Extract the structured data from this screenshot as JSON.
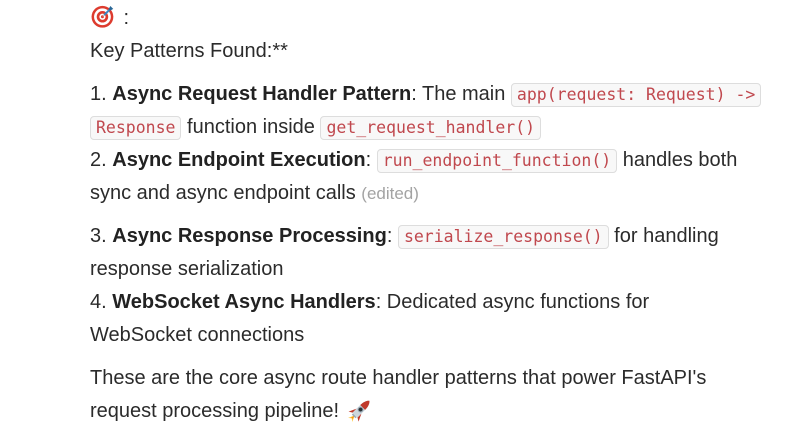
{
  "colors": {
    "body_text": "#2b2b2b",
    "code_text": "#c0484e",
    "code_background": "#f8f8f8",
    "code_border": "#dddddd",
    "edited_text": "#a3a3a3",
    "target_red": "#dd3b2e",
    "dart_blue": "#3b88c3",
    "rocket_body": "#ccd6dd",
    "rocket_red": "#c0392b",
    "flame_yellow": "#ffcc4d"
  },
  "icons": {
    "dartboard-emoji": "🎯",
    "rocket-emoji": "🚀"
  },
  "message": {
    "blocks": [
      {
        "name": "emoji-header-paragraph",
        "runs": [
          {
            "t": "emoji",
            "icon": "dartboard-emoji",
            "char": "🎯"
          },
          {
            "t": "text",
            "v": " :"
          },
          {
            "t": "br"
          },
          {
            "t": "text",
            "v": "Key Patterns Found:**"
          }
        ]
      },
      {
        "name": "list-items-1-2-paragraph",
        "runs": [
          {
            "t": "text",
            "v": "1. "
          },
          {
            "t": "bold",
            "v": "Async Request Handler Pattern"
          },
          {
            "t": "text",
            "v": ": The main "
          },
          {
            "t": "code",
            "v": "app(request: Request) ->"
          },
          {
            "t": "br"
          },
          {
            "t": "code",
            "v": "Response"
          },
          {
            "t": "text",
            "v": " function inside "
          },
          {
            "t": "code",
            "v": "get_request_handler()"
          },
          {
            "t": "br"
          },
          {
            "t": "text",
            "v": "2. "
          },
          {
            "t": "bold",
            "v": "Async Endpoint Execution"
          },
          {
            "t": "text",
            "v": ": "
          },
          {
            "t": "code",
            "v": "run_endpoint_function()"
          },
          {
            "t": "text",
            "v": " handles both"
          },
          {
            "t": "br"
          },
          {
            "t": "text",
            "v": "sync and async endpoint calls "
          },
          {
            "t": "edited",
            "v": "(edited)"
          }
        ]
      },
      {
        "name": "list-items-3-4-paragraph",
        "runs": [
          {
            "t": "text",
            "v": "3. "
          },
          {
            "t": "bold",
            "v": "Async Response Processing"
          },
          {
            "t": "text",
            "v": ": "
          },
          {
            "t": "code",
            "v": "serialize_response()"
          },
          {
            "t": "text",
            "v": " for handling"
          },
          {
            "t": "br"
          },
          {
            "t": "text",
            "v": "response serialization"
          },
          {
            "t": "br"
          },
          {
            "t": "text",
            "v": "4. "
          },
          {
            "t": "bold",
            "v": "WebSocket Async Handlers"
          },
          {
            "t": "text",
            "v": ": Dedicated async functions for"
          },
          {
            "t": "br"
          },
          {
            "t": "text",
            "v": "WebSocket connections"
          }
        ]
      },
      {
        "name": "closing-paragraph",
        "runs": [
          {
            "t": "text",
            "v": "These are the core async route handler patterns that power FastAPI's"
          },
          {
            "t": "br"
          },
          {
            "t": "text",
            "v": "request processing pipeline! "
          },
          {
            "t": "emoji",
            "icon": "rocket-emoji",
            "char": "🚀"
          }
        ]
      }
    ]
  }
}
